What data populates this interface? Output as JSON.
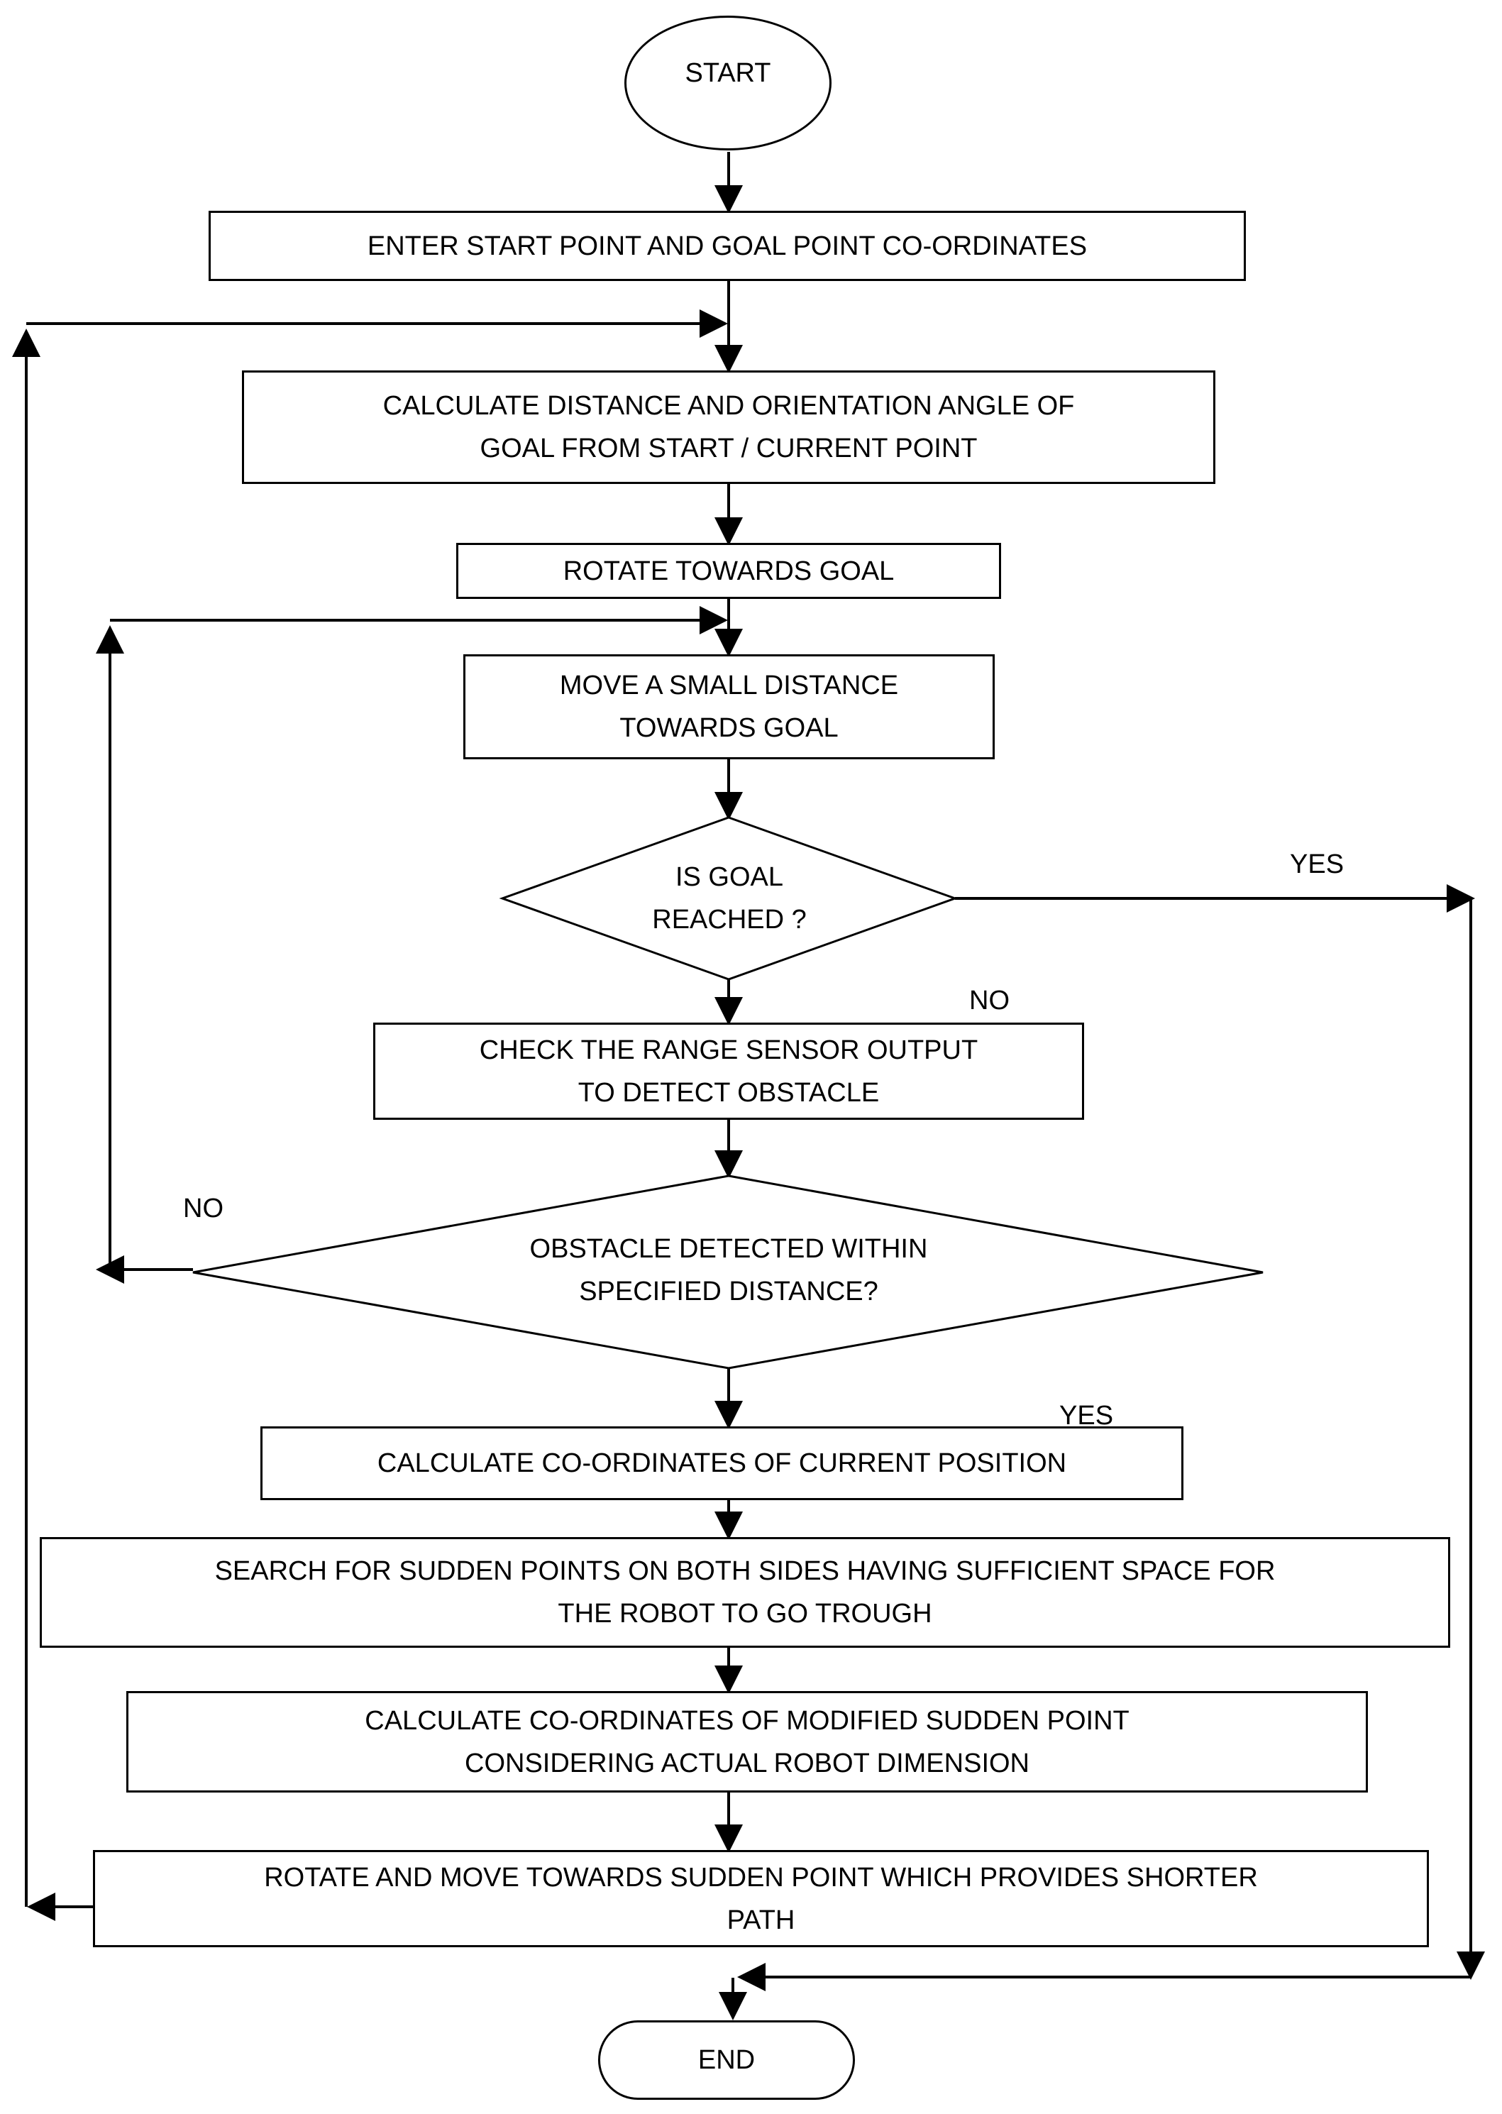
{
  "nodes": {
    "start": "START",
    "enter": "ENTER START POINT AND GOAL POINT CO-ORDINATES",
    "calc_distance_line1": "CALCULATE DISTANCE AND ORIENTATION ANGLE OF",
    "calc_distance_line2": "GOAL FROM START / CURRENT POINT",
    "rotate": "ROTATE TOWARDS GOAL",
    "move_line1": "MOVE A SMALL DISTANCE",
    "move_line2": "TOWARDS GOAL",
    "goal_line1": "IS GOAL",
    "goal_line2": "REACHED ?",
    "check_line1": "CHECK THE RANGE SENSOR OUTPUT",
    "check_line2": "TO DETECT OBSTACLE",
    "obstacle_line1": "OBSTACLE  DETECTED WITHIN",
    "obstacle_line2": "SPECIFIED  DISTANCE?",
    "calc_coords": "CALCULATE CO-ORDINATES OF CURRENT POSITION",
    "search_line1": "SEARCH FOR SUDDEN POINTS ON BOTH SIDES  HAVING SUFFICIENT SPACE FOR",
    "search_line2": "THE ROBOT TO GO TROUGH",
    "modified_line1": "CALCULATE CO-ORDINATES OF MODIFIED  SUDDEN POINT",
    "modified_line2": "CONSIDERING ACTUAL ROBOT DIMENSION",
    "rotate_move_line1": "ROTATE AND MOVE TOWARDS SUDDEN POINT WHICH PROVIDES SHORTER",
    "rotate_move_line2": "PATH",
    "end": "END"
  },
  "branch_labels": {
    "goal_yes": "YES",
    "goal_no": "NO",
    "obstacle_no": "NO",
    "obstacle_yes": "YES"
  }
}
